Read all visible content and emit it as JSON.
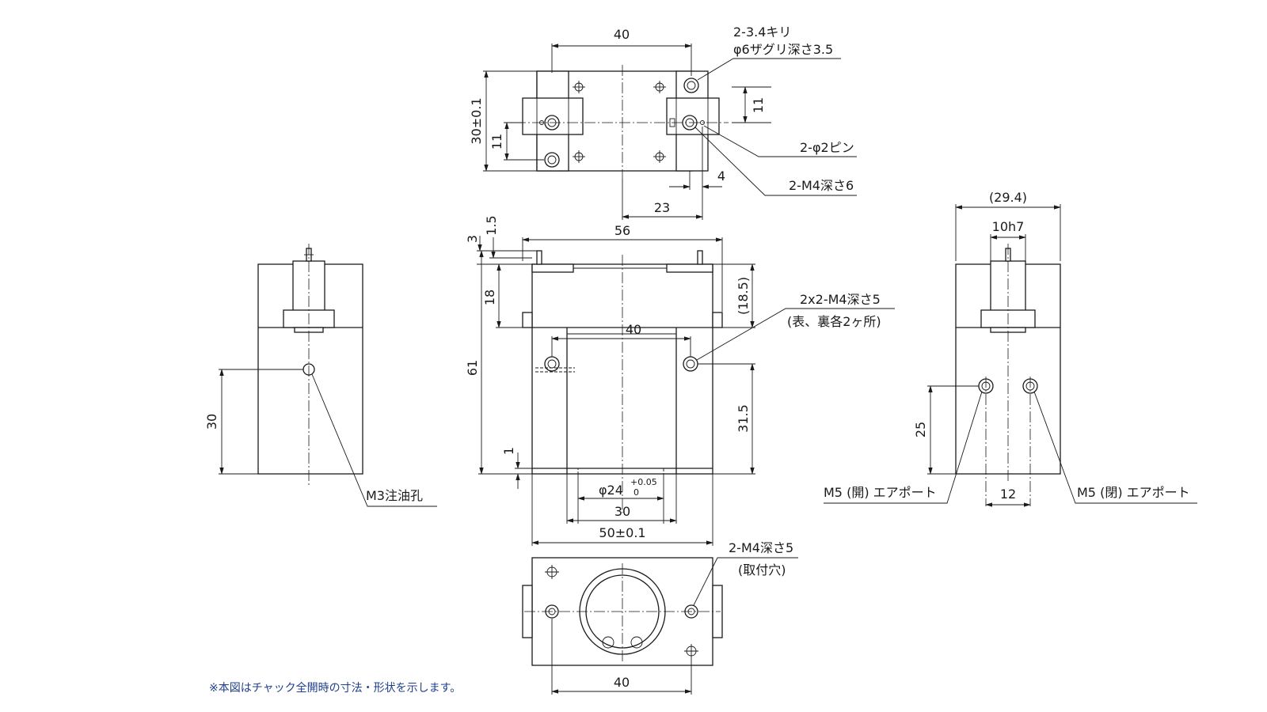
{
  "top_view": {
    "dim_width_40": "40",
    "dim_height_30": "30±0.1",
    "dim_11_left": "11",
    "dim_11_right": "11",
    "dim_4": "4",
    "dim_23": "23",
    "callout_counterbore_line1": "2-3.4キリ",
    "callout_counterbore_line2": "φ6ザグリ深さ3.5",
    "callout_pin": "2-φ2ピン",
    "callout_tap": "2-M4深さ6"
  },
  "front_view": {
    "dim_56": "56",
    "dim_3": "3",
    "dim_1_5": "1.5",
    "dim_18": "18",
    "dim_18_5": "(18.5)",
    "dim_61": "61",
    "dim_40_inner": "40",
    "dim_31_5": "31.5",
    "dim_1": "1",
    "dim_phi24_main": "φ24",
    "dim_phi24_tol_upper": "+0.05",
    "dim_phi24_tol_lower": "0",
    "dim_30": "30",
    "dim_50": "50±0.1",
    "callout_tap_line1": "2x2-M4深さ5",
    "callout_tap_line2": "(表、裏各2ヶ所)"
  },
  "left_view": {
    "dim_30": "30",
    "callout_oil": "M3注油孔"
  },
  "right_view": {
    "dim_29_4": "(29.4)",
    "dim_10h7": "10h7",
    "dim_25": "25",
    "dim_12": "12",
    "callout_port_open": "M5 (開) エアポート",
    "callout_port_close": "M5 (閉) エアポート"
  },
  "bottom_view": {
    "dim_40": "40",
    "callout_mount_line1": "2-M4深さ5",
    "callout_mount_line2": "(取付穴)"
  },
  "footnote": "※本図はチャック全開時の寸法・形状を示します。"
}
